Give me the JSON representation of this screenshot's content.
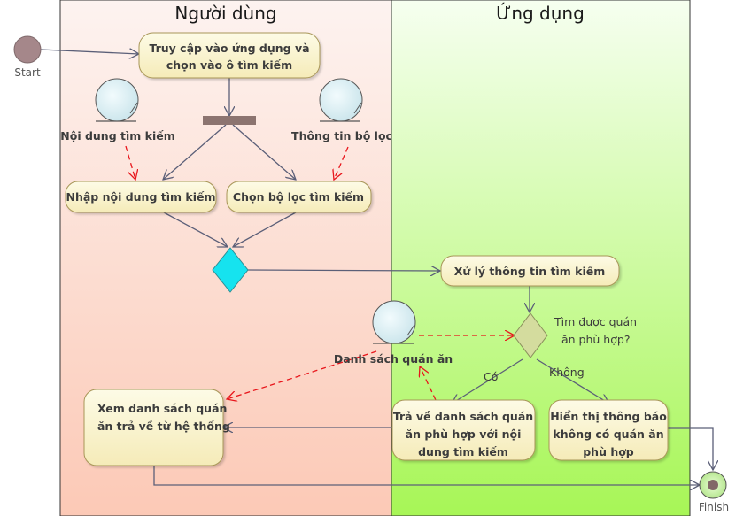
{
  "lanes": {
    "user": "Người dùng",
    "app": "Ứng dụng"
  },
  "start": "Start",
  "finish": "Finish",
  "actions": {
    "access": [
      "Truy cập vào ứng dụng và",
      "chọn vào ô tìm kiếm"
    ],
    "enter_content": "Nhập nội dung tìm kiếm",
    "choose_filter": "Chọn bộ lọc tìm kiếm",
    "process": "Xử lý thông tin tìm kiếm",
    "return_list": [
      "Trả về danh sách quán",
      "ăn phù hợp với nội",
      "dung tìm kiếm"
    ],
    "show_notice": [
      "Hiển thị thông báo",
      "không có quán ăn",
      "phù hợp"
    ],
    "view_list": [
      "Xem danh sách quán",
      "ăn trả về từ hệ thống"
    ]
  },
  "objects": {
    "search_content": "Nội dung tìm kiếm",
    "filter_info": "Thông tin bộ lọc",
    "restaurant_list": "Danh sách quán ăn"
  },
  "decision": {
    "question": [
      "Tìm được quán",
      "ăn phù hợp?"
    ],
    "yes": "Có",
    "no": "Không"
  },
  "colors": {
    "user_lane_top": "#fdf1ee",
    "user_lane_bottom": "#fccbb8",
    "app_lane_top": "#f5ffef",
    "app_lane_bottom": "#a9f75a",
    "action_fill": "#fbf5cf",
    "action_stroke": "#b7a65a",
    "node_stroke": "#555555",
    "object_fill": "#dff0f5",
    "merge_fill": "#16e3ef",
    "decision_fill": "#d4dc9e",
    "fork_bar": "#8c7470",
    "start_fill": "#a5878a",
    "finish_ring": "#c6eda1",
    "dashed_arrow": "#e8151b"
  }
}
